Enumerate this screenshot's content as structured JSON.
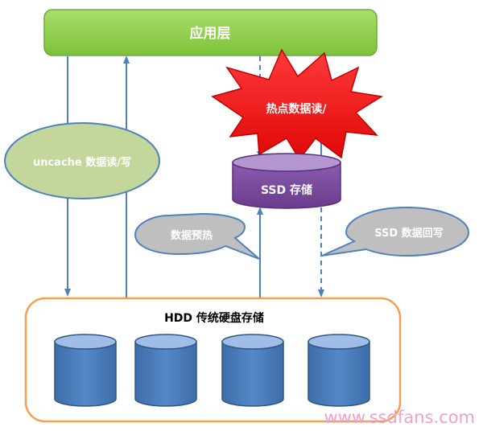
{
  "app_layer": {
    "label": "应用层"
  },
  "ellipse": {
    "label": "uncache 数据读/写"
  },
  "hotspot": {
    "label": "热点数据读/"
  },
  "ssd": {
    "label": "SSD 存储"
  },
  "bubbles": {
    "prefetch": "数据预热",
    "writeback": "SSD 数据回写"
  },
  "hdd": {
    "label": "HDD  传统硬盘存储"
  },
  "watermark": {
    "text": "www.ssdfans.com"
  },
  "colors": {
    "app_layer": "#92d050",
    "ellipse": "#c3d69b",
    "star": "#f01414",
    "ssd": "#7a4a9c",
    "bubble": "#bfbfbf",
    "hdd_border": "#f6a04d",
    "hdd_cylinder": "#4f81bd",
    "arrow": "#4f81bd",
    "watermark": "#f0a0c8"
  }
}
